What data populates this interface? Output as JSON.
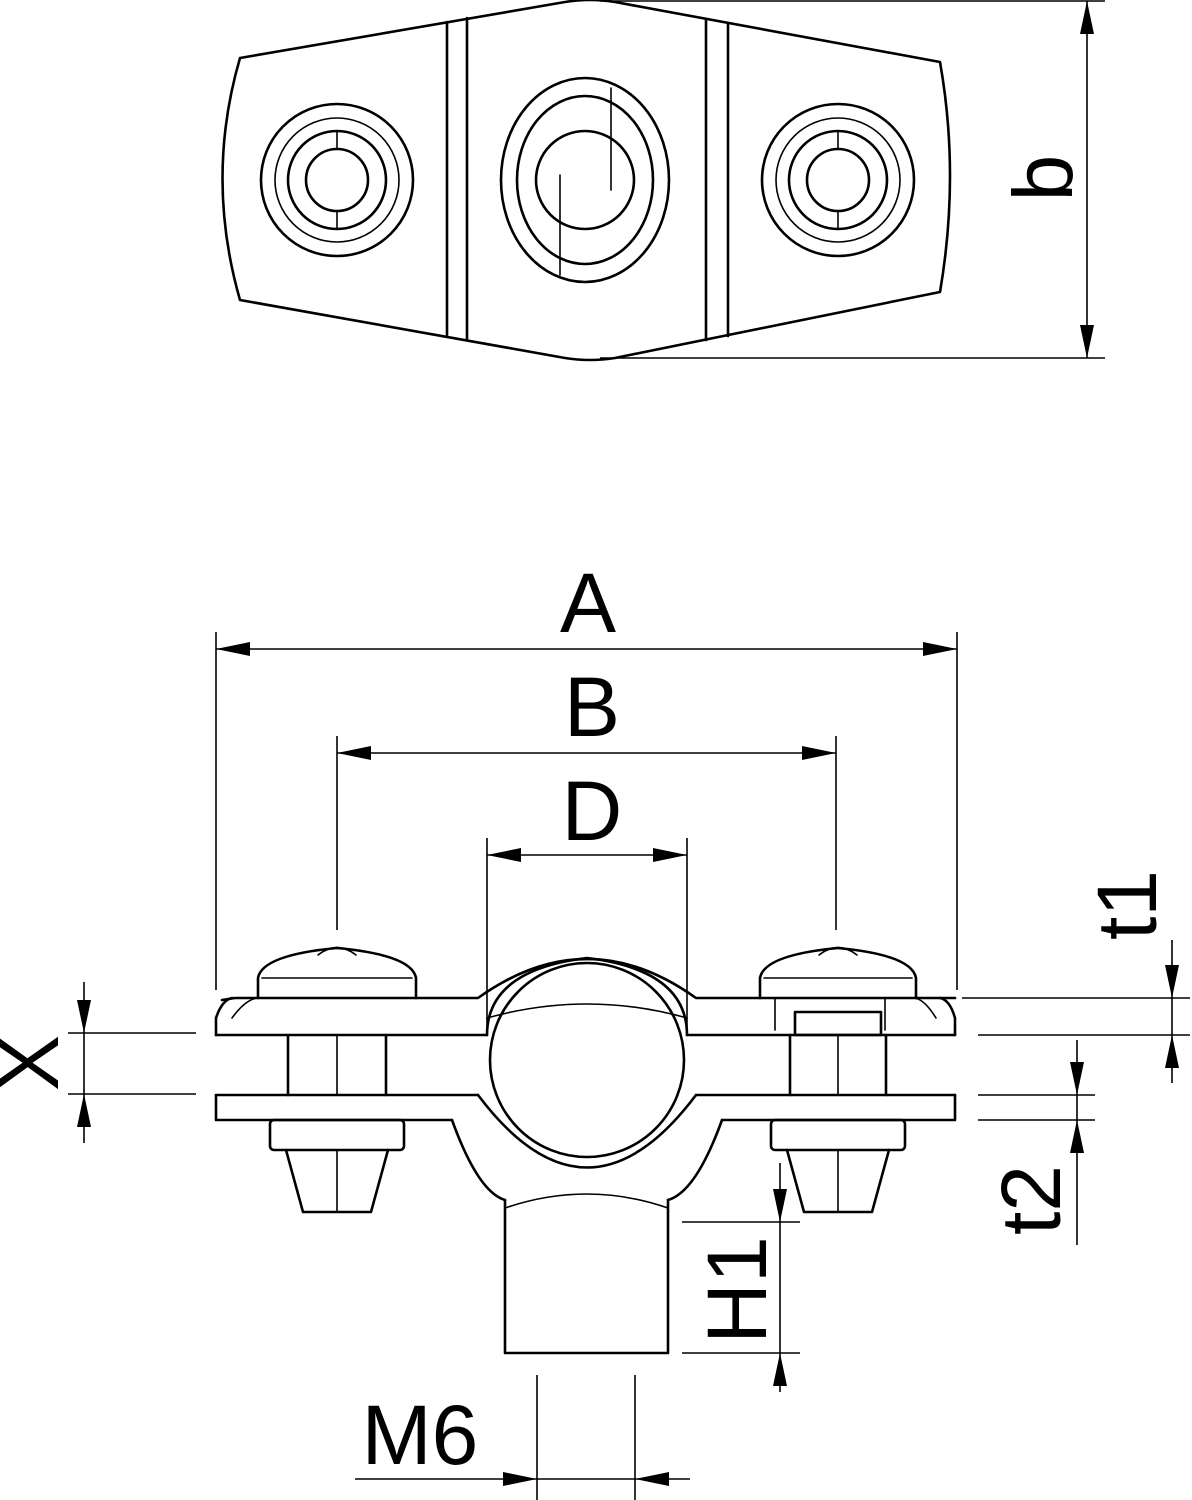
{
  "dimensions": {
    "top_width": "b",
    "overall_length": "A",
    "hole_spacing": "B",
    "pipe_diameter": "D",
    "upper_thickness": "t1",
    "lower_thickness": "t2",
    "clamp_gap": "X",
    "stem_height": "H1",
    "thread": "M6"
  }
}
